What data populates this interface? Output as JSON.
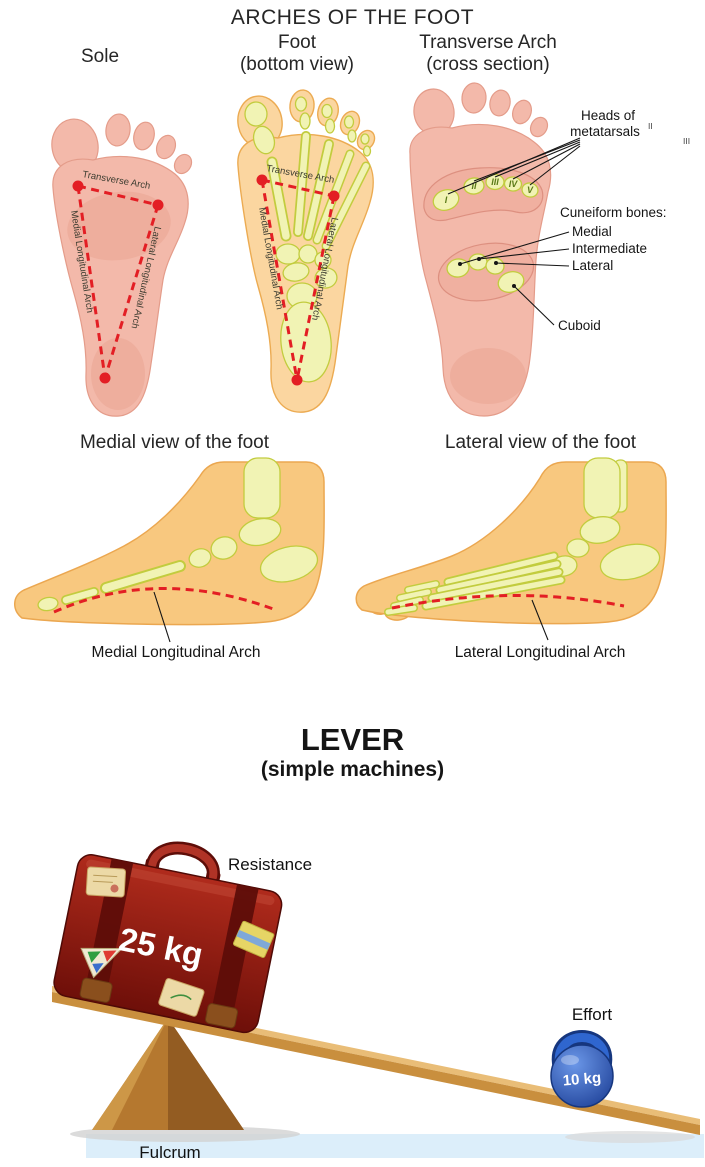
{
  "page": {
    "title": "ARCHES OF THE FOOT"
  },
  "columns": {
    "sole": "Sole",
    "bottom_view_line1": "Foot",
    "bottom_view_line2": "(bottom view)",
    "cross_section_line1": "Transverse Arch",
    "cross_section_line2": "(cross section)"
  },
  "arch_labels": {
    "transverse": "Transverse Arch",
    "medial": "Medial Longitudinal Arch",
    "lateral": "Lateral Longitudinal Arch"
  },
  "cross_section": {
    "heads_line1": "Heads of",
    "heads_line2": "metatarsals",
    "superscript_a": "II",
    "superscript_b": "III",
    "numerals": [
      "I",
      "II",
      "III",
      "IV",
      "V"
    ],
    "cuneiform_title": "Cuneiform bones:",
    "cuneiform_items": [
      "Medial",
      "Intermediate",
      "Lateral"
    ],
    "cuboid": "Cuboid"
  },
  "views": {
    "medial_title": "Medial view of the foot",
    "lateral_title": "Lateral view of the foot",
    "medial_arch_label": "Medial Longitudinal Arch",
    "lateral_arch_label": "Lateral Longitudinal Arch"
  },
  "lever": {
    "title": "LEVER",
    "subtitle": "(simple machines)",
    "resistance_label": "Resistance",
    "resistance_weight": "25 kg",
    "effort_label": "Effort",
    "effort_weight": "10 kg",
    "fulcrum_label": "Fulcrum"
  },
  "colors": {
    "arch_red": "#e31e24",
    "skin_pink": "#f3b9aa",
    "skin_tan": "#fbd6a0",
    "bone_yellow": "#f1f3b4",
    "bone_outline": "#c2cc3e",
    "suitcase_red": "#8e1a10",
    "plank_wood": "#d79b52",
    "fulcrum_brown": "#b5782f",
    "kettlebell_blue": "#2f66cf"
  }
}
